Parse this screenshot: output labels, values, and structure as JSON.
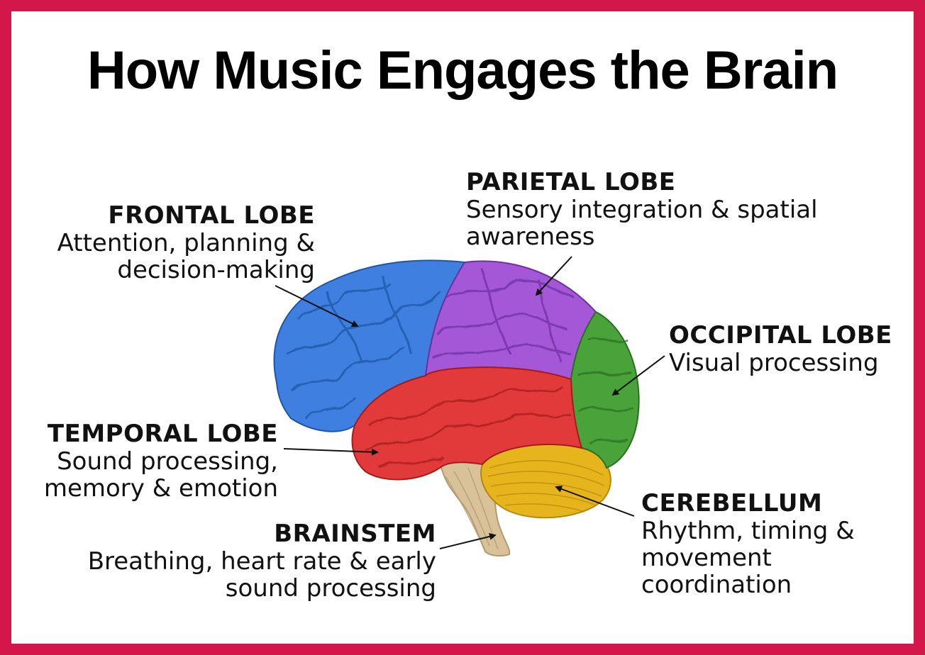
{
  "title": "How Music Engages the Brain",
  "colors": {
    "border": "#d4174a",
    "frontal": "#3f7fe0",
    "parietal": "#a458d8",
    "occipital": "#4aa33a",
    "temporal": "#e23a3a",
    "cerebellum": "#e6b51e",
    "brainstem": "#d9c29a"
  },
  "labels": {
    "frontal": {
      "name": "FRONTAL LOBE",
      "desc_lines": [
        "Attention, planning &",
        "decision-making"
      ]
    },
    "parietal": {
      "name": "PARIETAL LOBE",
      "desc_lines": [
        "Sensory integration & spatial",
        "awareness"
      ]
    },
    "occipital": {
      "name": "OCCIPITAL LOBE",
      "desc_lines": [
        "Visual processing"
      ]
    },
    "temporal": {
      "name": "TEMPORAL LOBE",
      "desc_lines": [
        "Sound processing,",
        "memory & emotion"
      ]
    },
    "brainstem": {
      "name": "BRAINSTEM",
      "desc_lines": [
        "Breathing, heart rate & early",
        "sound processing"
      ]
    },
    "cerebellum": {
      "name": "CEREBELLUM",
      "desc_lines": [
        "Rhythm, timing &",
        "movement",
        "coordination"
      ]
    }
  }
}
